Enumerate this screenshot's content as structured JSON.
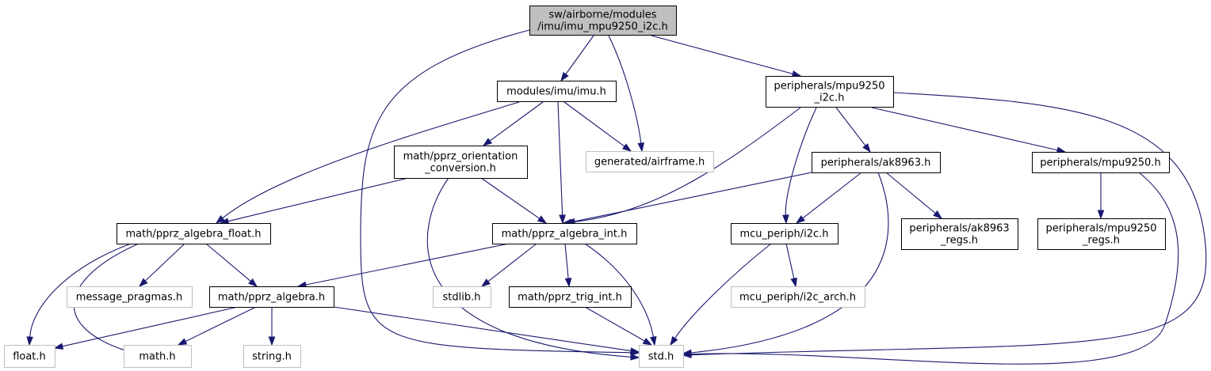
{
  "graph": {
    "colors": {
      "edge": "#191970",
      "root_fill": "#bfbfbf",
      "node_border": "#000000",
      "missing_border": "#bfbfbf"
    },
    "nodes": {
      "root": {
        "lines": [
          "sw/airborne/modules",
          "/imu/imu_mpu9250_i2c.h"
        ],
        "kind": "root"
      },
      "imu": {
        "lines": [
          "modules/imu/imu.h"
        ],
        "kind": "normal"
      },
      "mpu_i2c": {
        "lines": [
          "peripherals/mpu9250",
          "_i2c.h"
        ],
        "kind": "normal"
      },
      "orient": {
        "lines": [
          "math/pprz_orientation",
          "_conversion.h"
        ],
        "kind": "normal"
      },
      "airframe": {
        "lines": [
          "generated/airframe.h"
        ],
        "kind": "missing"
      },
      "ak8963": {
        "lines": [
          "peripherals/ak8963.h"
        ],
        "kind": "normal"
      },
      "mpu9250": {
        "lines": [
          "peripherals/mpu9250.h"
        ],
        "kind": "normal"
      },
      "alg_float": {
        "lines": [
          "math/pprz_algebra_float.h"
        ],
        "kind": "normal"
      },
      "alg_int": {
        "lines": [
          "math/pprz_algebra_int.h"
        ],
        "kind": "normal"
      },
      "i2c": {
        "lines": [
          "mcu_periph/i2c.h"
        ],
        "kind": "normal"
      },
      "ak_regs": {
        "lines": [
          "peripherals/ak8963",
          "_regs.h"
        ],
        "kind": "normal"
      },
      "mpu_regs": {
        "lines": [
          "peripherals/mpu9250",
          "_regs.h"
        ],
        "kind": "normal"
      },
      "msg": {
        "lines": [
          "message_pragmas.h"
        ],
        "kind": "missing"
      },
      "alg": {
        "lines": [
          "math/pprz_algebra.h"
        ],
        "kind": "normal"
      },
      "stdlib": {
        "lines": [
          "stdlib.h"
        ],
        "kind": "missing"
      },
      "trig": {
        "lines": [
          "math/pprz_trig_int.h"
        ],
        "kind": "normal"
      },
      "i2c_arch": {
        "lines": [
          "mcu_periph/i2c_arch.h"
        ],
        "kind": "missing"
      },
      "float": {
        "lines": [
          "float.h"
        ],
        "kind": "missing"
      },
      "math": {
        "lines": [
          "math.h"
        ],
        "kind": "missing"
      },
      "string": {
        "lines": [
          "string.h"
        ],
        "kind": "missing"
      },
      "std": {
        "lines": [
          "std.h"
        ],
        "kind": "missing"
      }
    },
    "edges": [
      [
        "root",
        "imu"
      ],
      [
        "root",
        "airframe"
      ],
      [
        "root",
        "mpu_i2c"
      ],
      [
        "root",
        "std"
      ],
      [
        "imu",
        "orient"
      ],
      [
        "imu",
        "airframe"
      ],
      [
        "imu",
        "alg_float"
      ],
      [
        "imu",
        "alg_int"
      ],
      [
        "orient",
        "alg_float"
      ],
      [
        "orient",
        "alg_int"
      ],
      [
        "orient",
        "std"
      ],
      [
        "mpu_i2c",
        "alg_int"
      ],
      [
        "mpu_i2c",
        "i2c"
      ],
      [
        "mpu_i2c",
        "ak8963"
      ],
      [
        "mpu_i2c",
        "mpu9250"
      ],
      [
        "mpu_i2c",
        "std"
      ],
      [
        "ak8963",
        "alg_int"
      ],
      [
        "ak8963",
        "i2c"
      ],
      [
        "ak8963",
        "ak_regs"
      ],
      [
        "ak8963",
        "std"
      ],
      [
        "mpu9250",
        "mpu_regs"
      ],
      [
        "mpu9250",
        "std"
      ],
      [
        "alg_float",
        "float"
      ],
      [
        "alg_float",
        "math"
      ],
      [
        "alg_float",
        "msg"
      ],
      [
        "alg_float",
        "alg"
      ],
      [
        "alg_int",
        "alg"
      ],
      [
        "alg_int",
        "stdlib"
      ],
      [
        "alg_int",
        "trig"
      ],
      [
        "alg_int",
        "std"
      ],
      [
        "alg",
        "float"
      ],
      [
        "alg",
        "math"
      ],
      [
        "alg",
        "string"
      ],
      [
        "alg",
        "std"
      ],
      [
        "trig",
        "std"
      ],
      [
        "i2c",
        "i2c_arch"
      ],
      [
        "i2c",
        "std"
      ]
    ]
  }
}
